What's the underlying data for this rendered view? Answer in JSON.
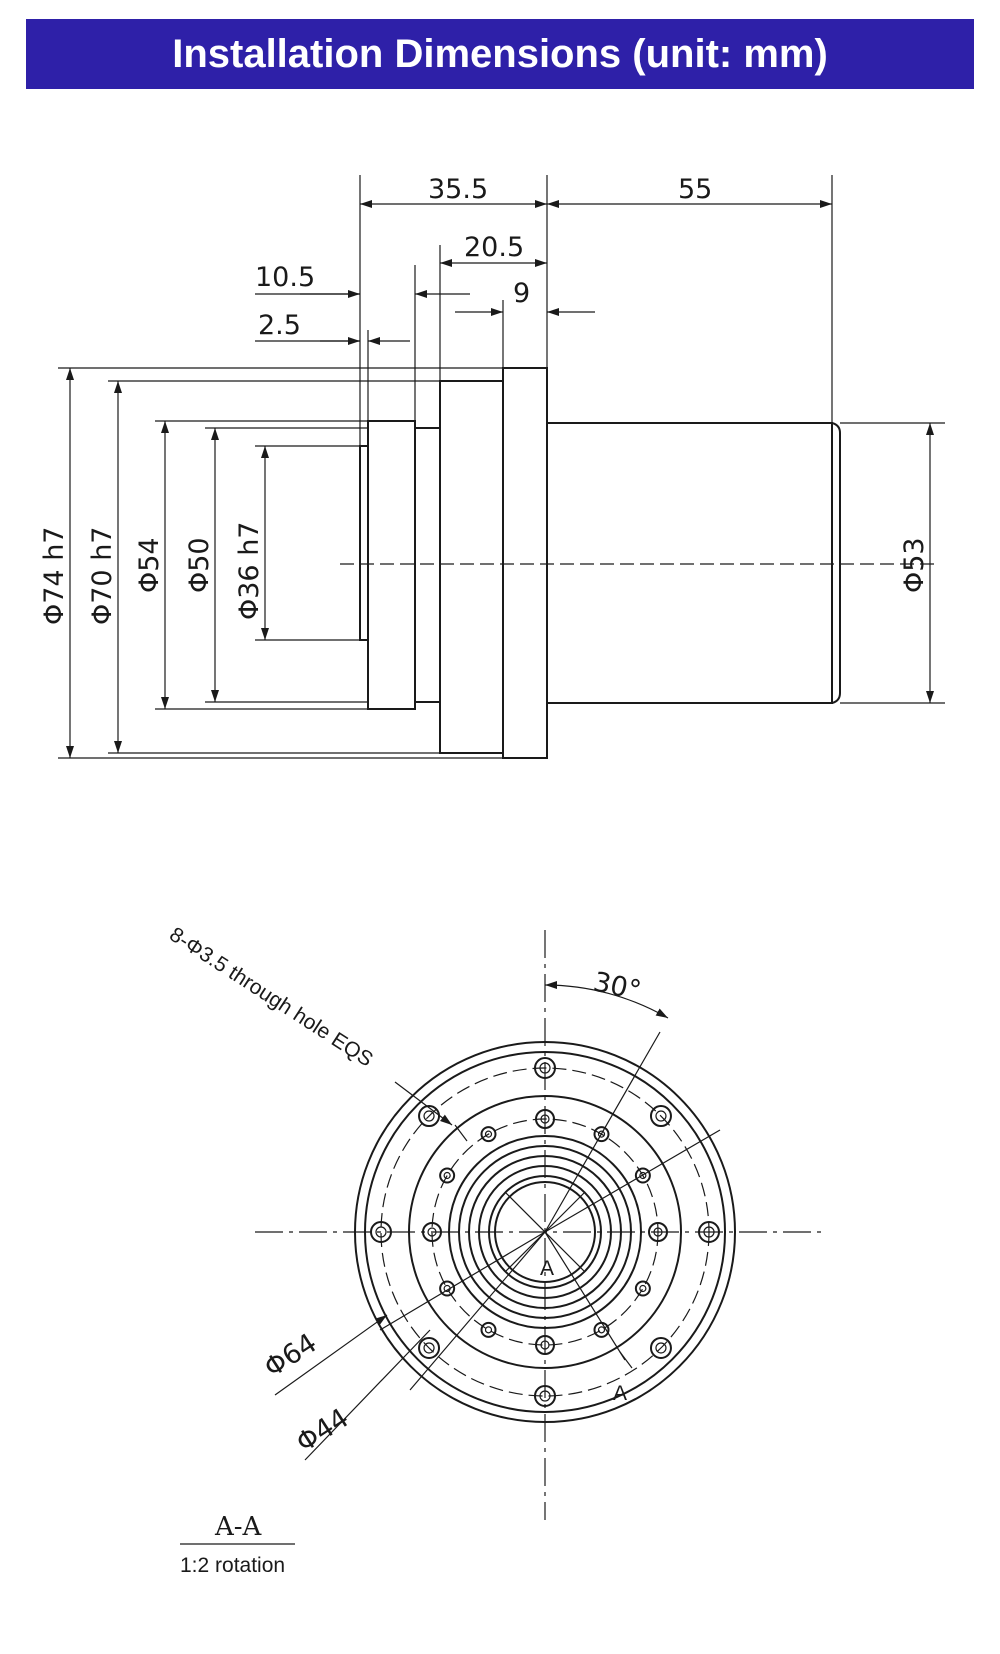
{
  "header": {
    "title": "Installation Dimensions (unit: mm)"
  },
  "side_view": {
    "dims_horizontal": [
      "35.5",
      "55",
      "20.5",
      "10.5",
      "9",
      "2.5"
    ],
    "dims_vertical": [
      "Φ74 h7",
      "Φ70 h7",
      "Φ54",
      "Φ50",
      "Φ36 h7",
      "Φ53"
    ]
  },
  "front_view": {
    "hole_note": "8-Φ3.5 through hole EQS",
    "angle": "30°",
    "dia_outer": "Φ64",
    "dia_inner": "Φ44",
    "section_mark_a1": "A",
    "section_mark_a2": "A",
    "section_title": "A-A",
    "section_note": "1:2 rotation"
  },
  "colors": {
    "header_bg": "#2e20a8",
    "header_text": "#ffffff",
    "line": "#1a1a1a"
  }
}
